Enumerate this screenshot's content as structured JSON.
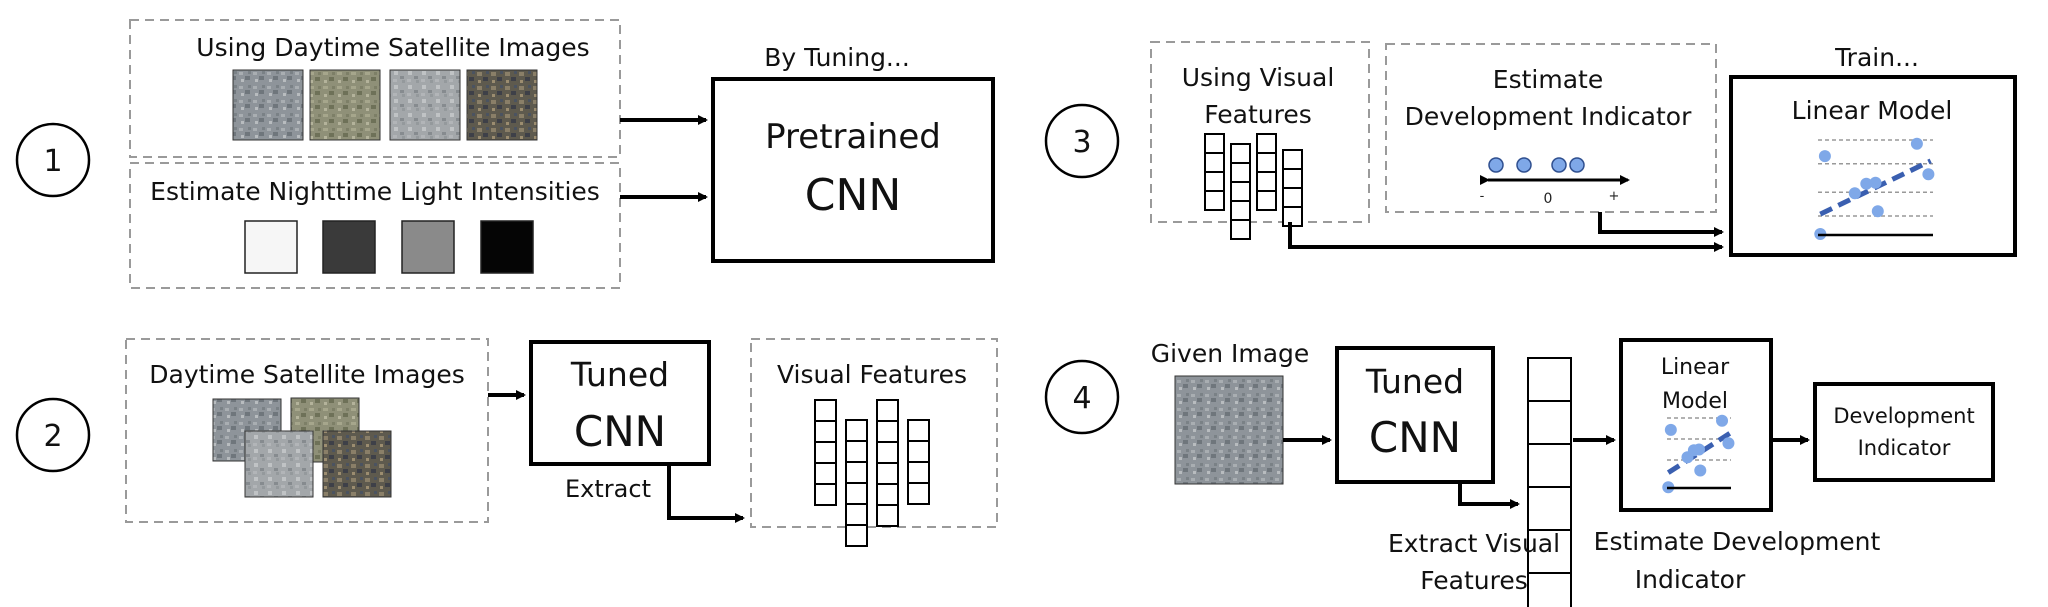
{
  "steps": [
    {
      "number": "1"
    },
    {
      "number": "2"
    },
    {
      "number": "3"
    },
    {
      "number": "4"
    }
  ],
  "panel1": {
    "satellite_label": "Using Daytime Satellite Images",
    "nighttime_label": "Estimate Nighttime Light Intensities",
    "tuning_label": "By Tuning...",
    "cnn_line1": "Pretrained",
    "cnn_line2": "CNN",
    "light_swatches": [
      "#f6f6f6",
      "#3a3a3a",
      "#8a8a8a",
      "#050505"
    ]
  },
  "panel2": {
    "satellite_label": "Daytime Satellite Images",
    "cnn_line1": "Tuned",
    "cnn_line2": "CNN",
    "extract_label": "Extract",
    "features_label": "Visual Features"
  },
  "panel3": {
    "features_line1": "Using Visual",
    "features_line2": "Features",
    "estimate_line1": "Estimate",
    "estimate_line2": "Development Indicator",
    "axis_minus": "-",
    "axis_zero": "0",
    "axis_plus": "+",
    "train_label": "Train...",
    "model_label": "Linear Model"
  },
  "panel4": {
    "given_label": "Given Image",
    "cnn_line1": "Tuned",
    "cnn_line2": "CNN",
    "extract_line1": "Extract Visual",
    "extract_line2": "Features",
    "model_line1": "Linear",
    "model_line2": "Model",
    "estimate_line1": "Estimate Development",
    "estimate_line2": "Indicator",
    "output_line1": "Development",
    "output_line2": "Indicator"
  },
  "colors": {
    "point_blue": "#7fa8e8",
    "trend_blue": "#3a5fb0",
    "dashed_border": "#9a9a9a"
  }
}
